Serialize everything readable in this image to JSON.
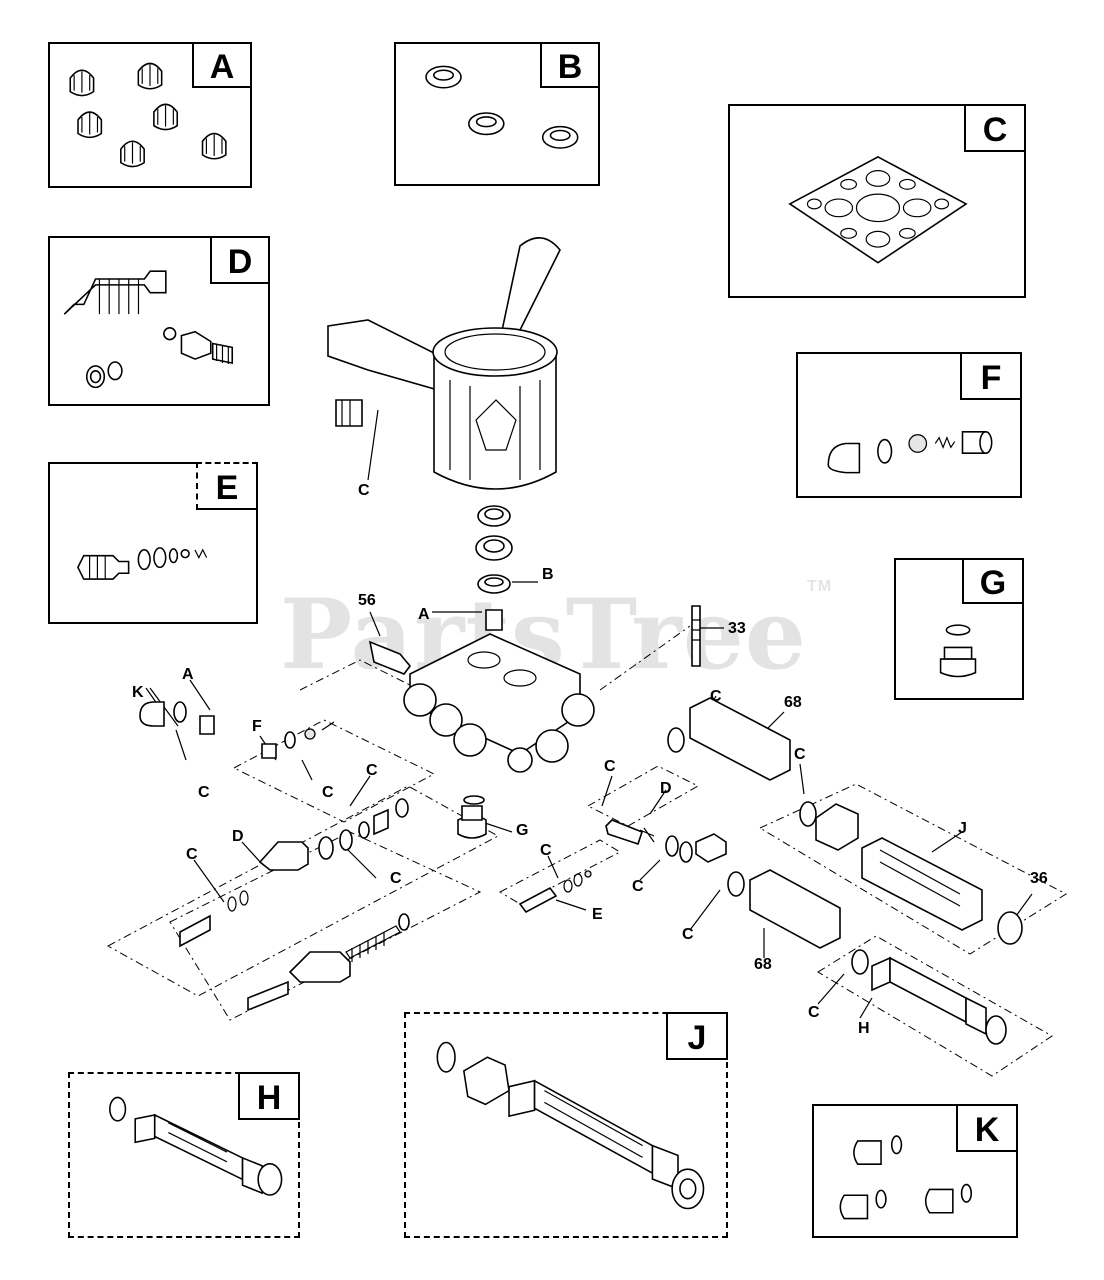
{
  "watermark": {
    "text": "PartsTree",
    "mark": "TM"
  },
  "kits": {
    "A": "A",
    "B": "B",
    "C": "C",
    "D": "D",
    "E": "E",
    "F": "F",
    "G": "G",
    "H": "H",
    "J": "J",
    "K": "K"
  },
  "callouts": {
    "c_housing": "C",
    "b_seal": "B",
    "a_valve_top": "A",
    "n56": "56",
    "n33": "33",
    "a_left": "A",
    "k_left": "K",
    "c_left": "C",
    "f_left": "F",
    "c_f": "C",
    "c_upper": "C",
    "d_left": "D",
    "c_d1": "C",
    "c_d2": "C",
    "g_center": "G",
    "c_e": "C",
    "e_center": "E",
    "c_68top": "C",
    "n68_top": "68",
    "c_dright": "C",
    "d_right": "D",
    "c_j": "C",
    "j_right": "J",
    "n36": "36",
    "c_mid1": "C",
    "c_mid2": "C",
    "n68_bottom": "68",
    "c_h": "C",
    "h_right": "H"
  }
}
